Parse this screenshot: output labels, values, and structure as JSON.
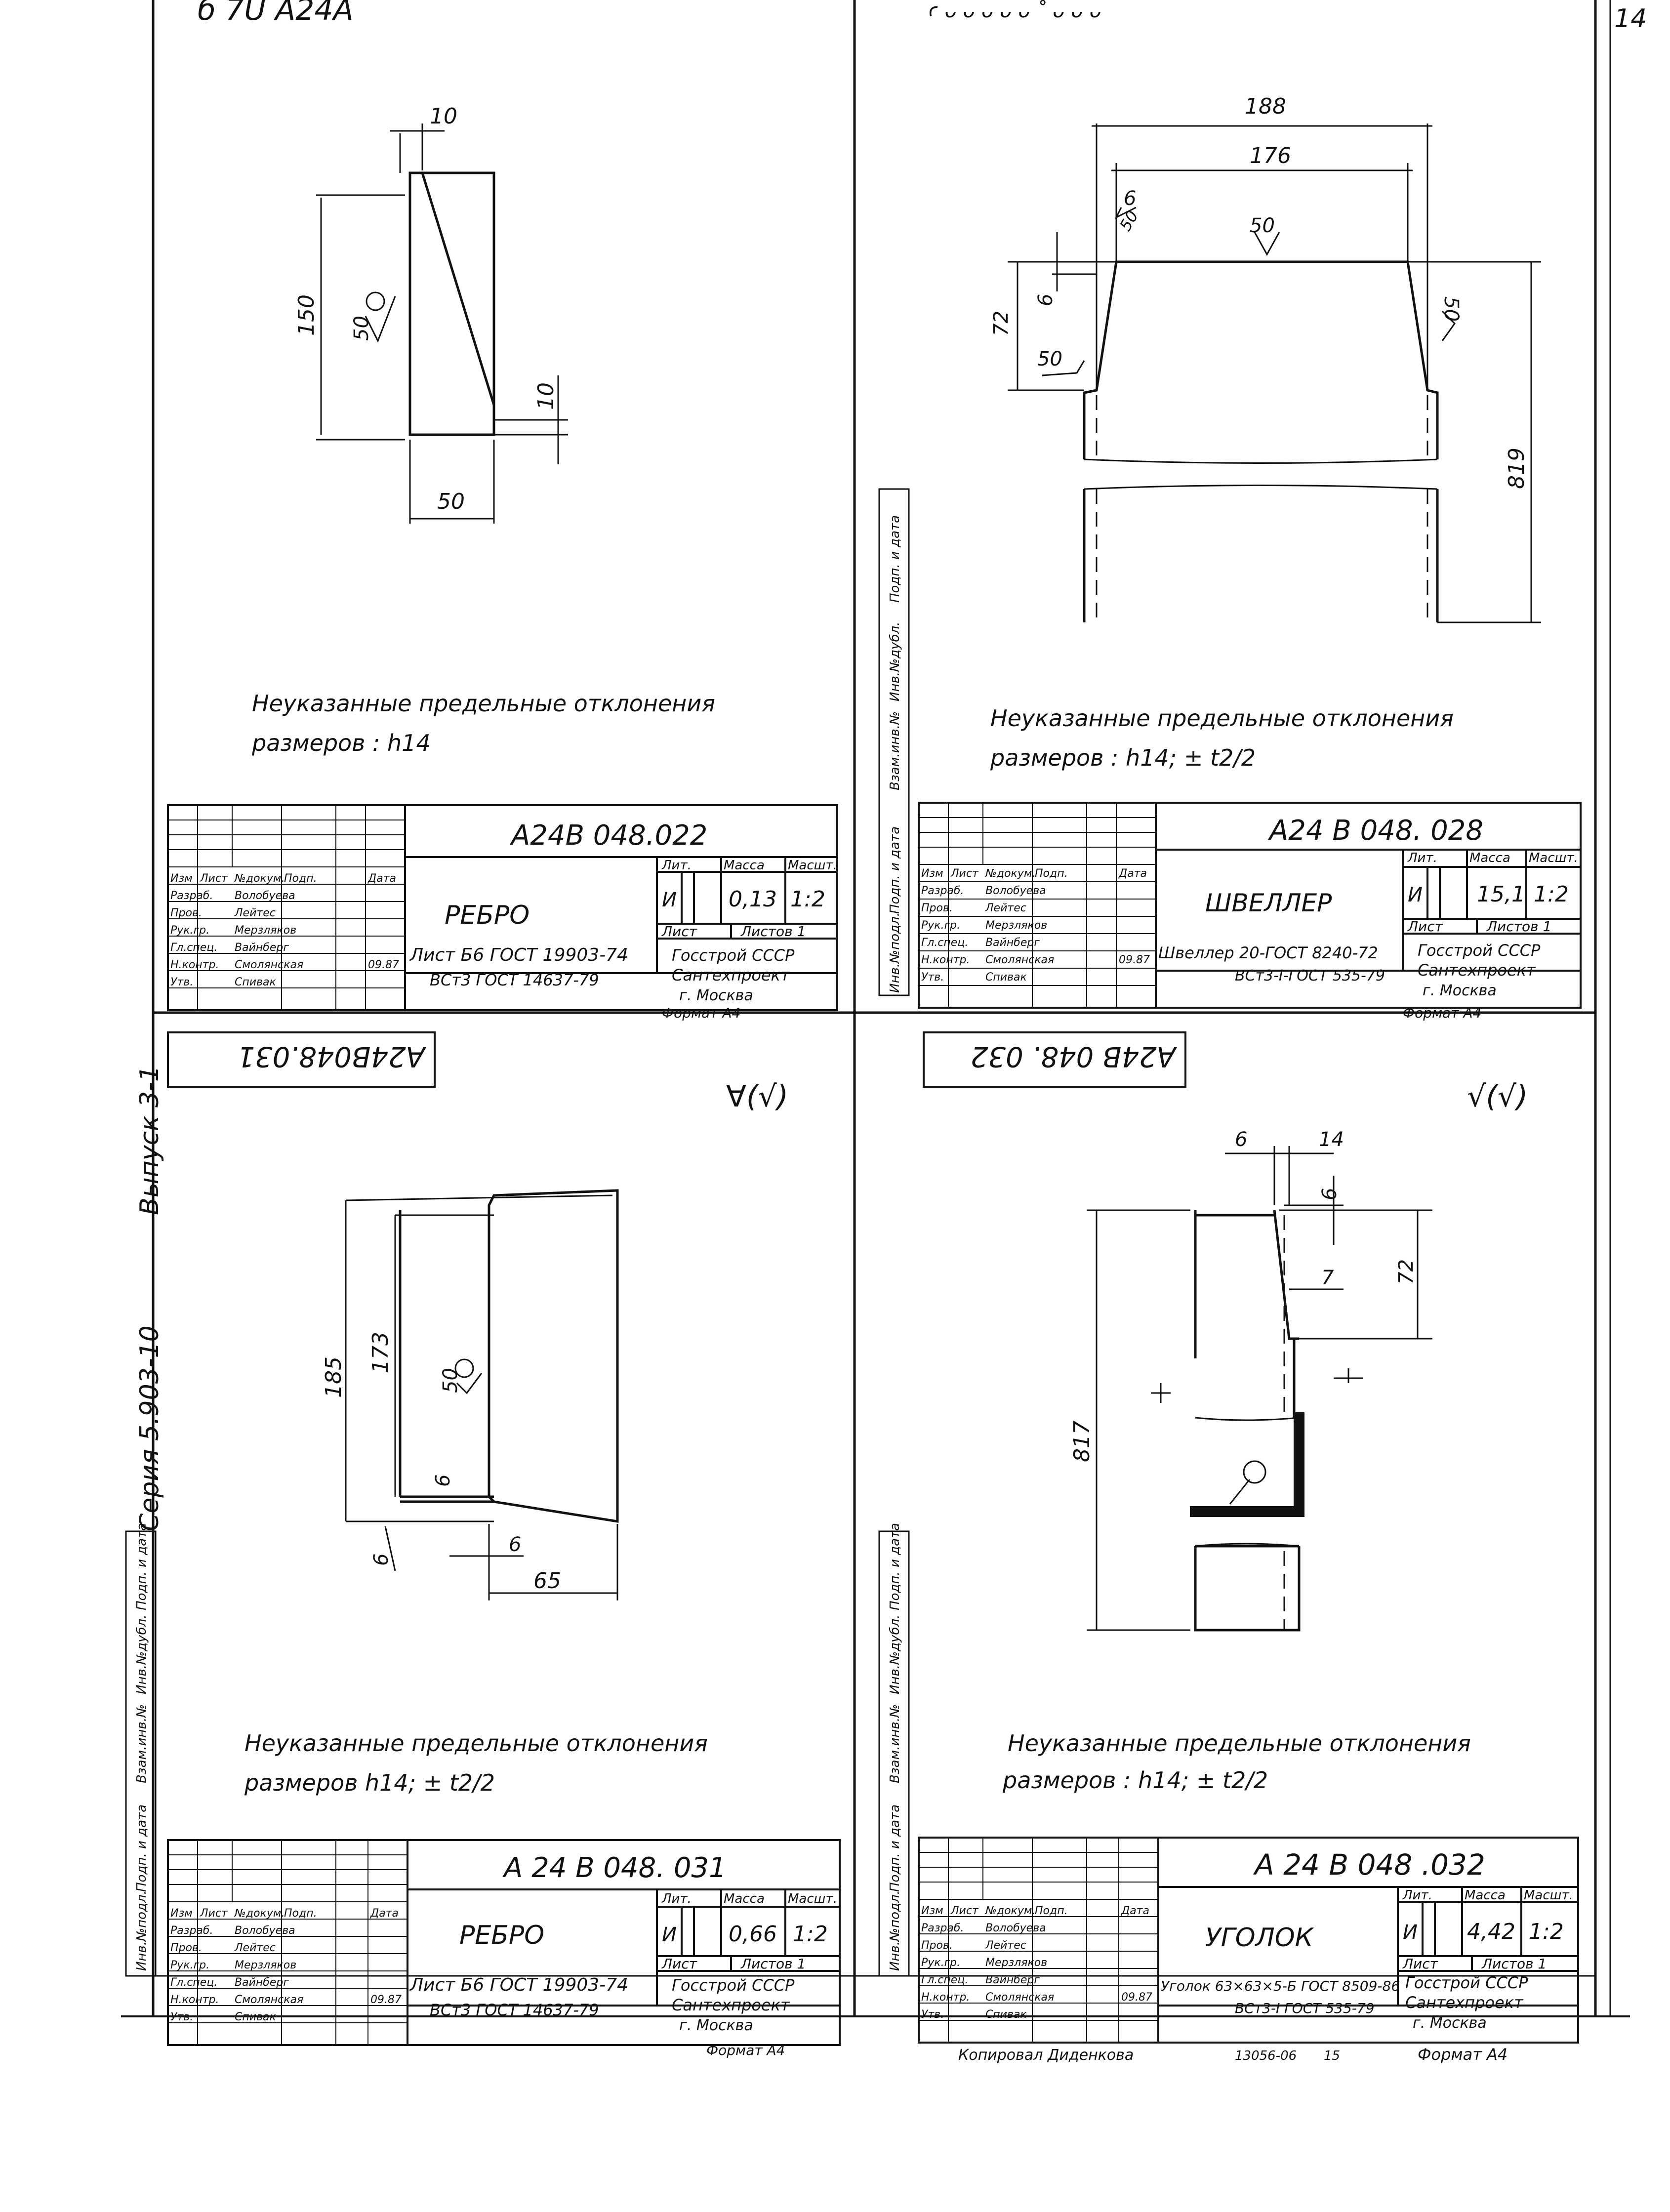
{
  "page": {
    "number": "14",
    "series": "Серия 5.903-10",
    "issue": "Выпуск 3-1"
  },
  "roughness": {
    "q1": "50",
    "q3": "50"
  },
  "frame_marks": {
    "q1_top": "б  7U A24A",
    "q2_top": "ꜥ ᴗ ᴗ ᴗ ᴗ ᴗ ˚ ᴗ ᴗ ᴗ"
  },
  "side_labels": [
    "Инв.№подл.",
    "Подп. и дата",
    "Взам.инв.№",
    "Инв.№дубл.",
    "Подп. и дата"
  ],
  "title_block_headers": {
    "izm": "Изм",
    "list": "Лист",
    "ndoc": "№докум.",
    "podp": "Подп.",
    "data": "Дата",
    "lit": "Лит.",
    "massa": "Масса",
    "masht": "Масшт.",
    "sheet": "Лист",
    "sheets": "Листов 1",
    "roles": [
      "Разраб.",
      "Пров.",
      "Рук.гр.",
      "Гл.спец.",
      "Н.контр.",
      "Утв."
    ],
    "names": [
      "Волобуева",
      "Лейтес",
      "Мерзляков",
      "Вайнберг",
      "Смолянская",
      "Спивак"
    ],
    "date": "09.87",
    "org1": "Госстрой СССР",
    "org2": "Сантехпроект",
    "org3": "г. Москва"
  },
  "drawings": [
    {
      "code": "A24B 048.022",
      "name": "РЕБРО",
      "lit": "И",
      "mass": "0,13",
      "scale": "1:2",
      "material1": "Лист  Б6  ГОСТ 19903-74",
      "material2": "ВСт3  ГОСТ 14637-79",
      "format": "Формат  А4",
      "note1": "Неуказанные  предельные  отклонения",
      "note2": "размеров : h14",
      "dims": [
        "10",
        "150",
        "10",
        "50"
      ]
    },
    {
      "code": "A24 B 048. 028",
      "name": "ШВЕЛЛЕР",
      "lit": "И",
      "mass": "15,1",
      "scale": "1:2",
      "material1": "Швеллер 20-ГОСТ 8240-72",
      "material2": "ВСт3-I-ГОСТ 535-79",
      "format": "Формат  А4",
      "note1": "Неуказанные  предельные  отклонения",
      "note2": "размеров : h14;  ± t2/2",
      "dims": [
        "188",
        "176",
        "6",
        "50",
        "50",
        "6",
        "72",
        "50",
        "50",
        "819"
      ]
    },
    {
      "code": "A 24 B  048. 031",
      "name": "РЕБРО",
      "lit": "И",
      "mass": "0,66",
      "scale": "1:2",
      "material1": "Лист  Б6  ГОСТ 19903-74",
      "material2": "ВСт3 ГОСТ 14637-79",
      "format": "Формат  А4",
      "note1": "Неуказанные  предельные  отклонения",
      "note2": "размеров  h14;  ± t2/2",
      "header_mirror": "A24B048.031",
      "dims": [
        "185",
        "173",
        "50",
        "6",
        "6",
        "6",
        "65"
      ]
    },
    {
      "code": "A 24 B  048 .032",
      "name": "УГОЛОК",
      "lit": "И",
      "mass": "4,42",
      "scale": "1:2",
      "material1": "Уголок 63×63×5-Б ГОСТ 8509-86",
      "material2": "ВСт3-I ГОСТ 535-79",
      "format": "Формат  А4",
      "note1": "Неуказанные  предельные  отклонения",
      "note2": "размеров : h14;  ± t2/2",
      "header_mirror": "A24B 048. 032",
      "dims": [
        "6",
        "14",
        "6",
        "72",
        "7",
        "817"
      ]
    }
  ],
  "footer": {
    "copied": "Копировал  Диденкова",
    "code": "13056-06",
    "sheet": "15",
    "format": "Формат  А4"
  }
}
